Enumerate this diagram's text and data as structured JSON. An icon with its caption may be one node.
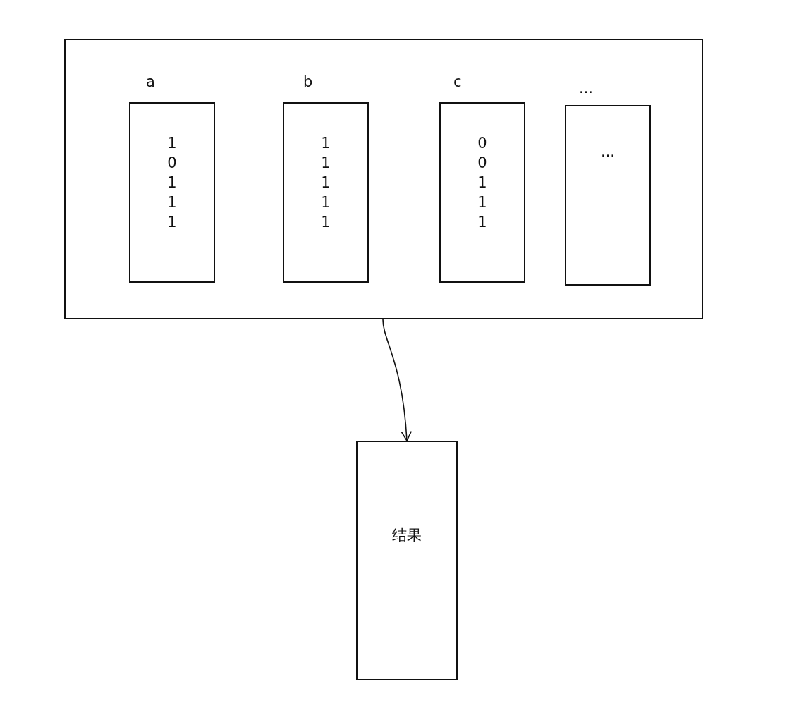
{
  "diagram": {
    "nodes": [
      {
        "text": [],
        "shape": "box"
      },
      {
        "text": [
          "a",
          "1 0 1 1 1"
        ],
        "in": 0
      },
      {
        "text": [
          "b",
          "1 1 1 1 1"
        ],
        "in": 0
      },
      {
        "text": [
          "c",
          "0 0 1 1 1"
        ],
        "in": 0
      },
      {
        "text": [
          "...",
          "..."
        ],
        "in": 0
      },
      {
        "text": [
          "结果"
        ]
      }
    ],
    "edges": [
      {
        "from": 0,
        "to": 5,
        "arrow": "to"
      }
    ]
  }
}
